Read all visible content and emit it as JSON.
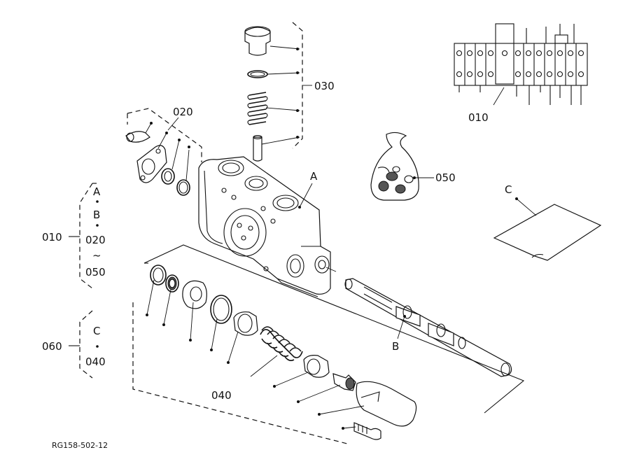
{
  "figure_id": "RG158-502-12",
  "callouts": {
    "p010_top": "010",
    "p020": "020",
    "p030": "030",
    "p040": "040",
    "p050": "050",
    "pA": "A",
    "pB": "B",
    "pC": "C"
  },
  "kit_010": {
    "label": "010",
    "items": [
      "A",
      "B",
      "020",
      "050"
    ],
    "range_symbol": "~"
  },
  "kit_060": {
    "label": "060",
    "items": [
      "C",
      "040"
    ]
  }
}
